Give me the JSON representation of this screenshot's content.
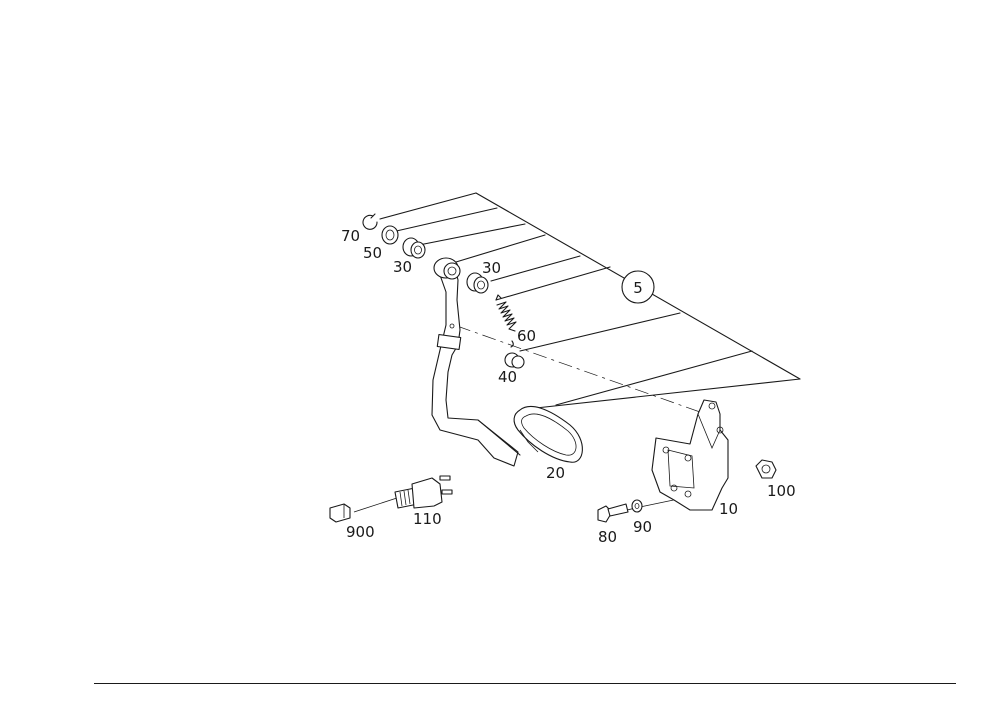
{
  "diagram": {
    "callouts": [
      {
        "id": "p70",
        "label": "70"
      },
      {
        "id": "p50",
        "label": "50"
      },
      {
        "id": "p30a",
        "label": "30"
      },
      {
        "id": "p30b",
        "label": "30"
      },
      {
        "id": "p60",
        "label": "60"
      },
      {
        "id": "p40",
        "label": "40"
      },
      {
        "id": "p20",
        "label": "20"
      },
      {
        "id": "p10",
        "label": "10"
      },
      {
        "id": "p100",
        "label": "100"
      },
      {
        "id": "p80",
        "label": "80"
      },
      {
        "id": "p90",
        "label": "90"
      },
      {
        "id": "p110",
        "label": "110"
      },
      {
        "id": "p900",
        "label": "900"
      }
    ],
    "assembly_label": "5"
  }
}
